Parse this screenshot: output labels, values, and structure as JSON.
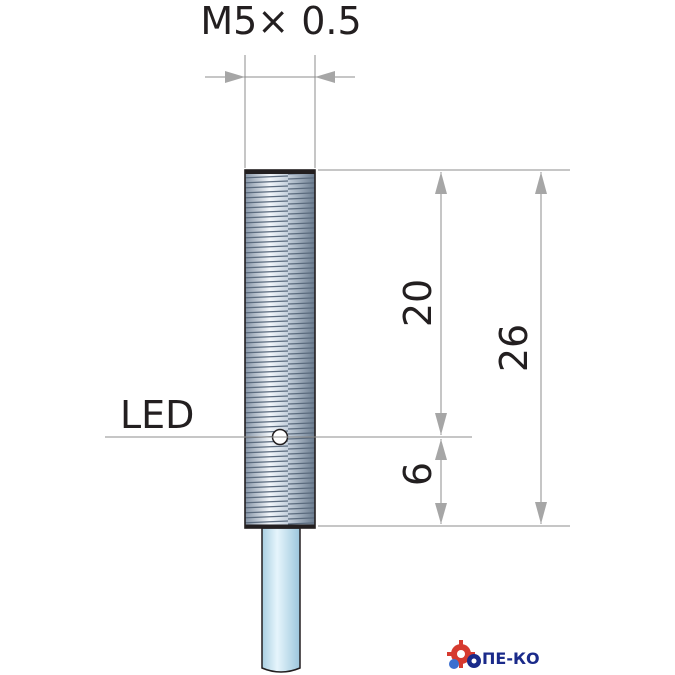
{
  "thread_label": "M5× 0.5",
  "led_label": "LED",
  "dim_thread_length": "20",
  "dim_total_length": "26",
  "dim_led_offset": "6",
  "logo_text": "ПЕ-КО",
  "colors": {
    "ink": "#231f20",
    "dim_line": "#8c8c8c",
    "arrow": "#a6a6a6",
    "thread_light": "#e8eef5",
    "thread_dark": "#6b7c8f",
    "cable": "#cfe8f5",
    "logo_blue": "#1a2a8a",
    "logo_red": "#d63a2f"
  }
}
